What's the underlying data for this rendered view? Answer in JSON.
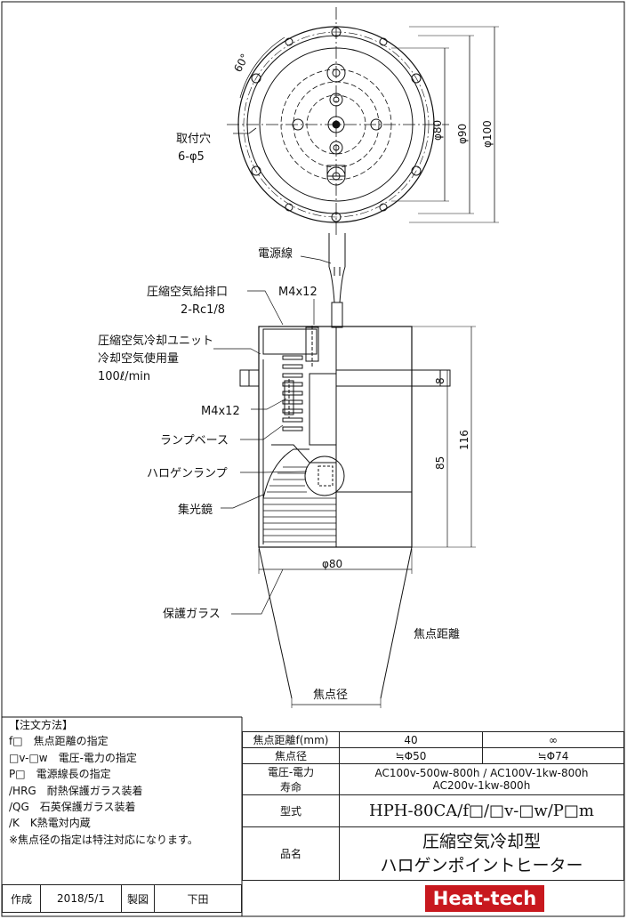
{
  "labels": {
    "mount_holes": "取付穴",
    "mount_holes_spec": "6-φ5",
    "angle": "60°",
    "power_cable": "電源線",
    "air_port": "圧縮空気給排口",
    "air_port_spec": "2-Rc1/8",
    "screw_top": "M4x12",
    "cooling_unit": "圧縮空気冷却ユニット",
    "air_usage": "冷却空気使用量",
    "air_usage_value": "100ℓ/min",
    "screw_side": "M4x12",
    "lamp_base": "ランプベース",
    "halogen_lamp": "ハロゲンランプ",
    "reflector": "集光鏡",
    "protective_glass": "保護ガラス",
    "focal_distance": "焦点距離",
    "focal_diameter": "焦点径"
  },
  "dims": {
    "d80": "φ80",
    "d90": "φ90",
    "d100": "φ100",
    "h8": "8",
    "h85": "85",
    "h116": "116",
    "bottom_d80": "φ80"
  },
  "notes": {
    "heading": "【注文方法】",
    "lines": [
      "f□　焦点距離の指定",
      "□v-□w　電圧-電力の指定",
      "P□　電源線長の指定",
      "/HRG　耐熱保護ガラス装着",
      "/QG　石英保護ガラス装着",
      "/K　K熱電対内蔵",
      "※焦点径の指定は特注対応になります。"
    ]
  },
  "spec_table": {
    "focal_distance_label": "焦点距離f(mm)",
    "focal_distance_values": [
      "40",
      "∞"
    ],
    "focal_diameter_label": "焦点径",
    "focal_diameter_values": [
      "≒Φ50",
      "≒Φ74"
    ],
    "voltage_label": "電圧-電力",
    "life_label": "寿命",
    "voltage_line1": "AC100v-500w-800h / AC100V-1kw-800h",
    "voltage_line2": "AC200v-1kw-800h",
    "model_label": "型式",
    "model_value": "HPH-80CA/f□/□v-□w/P□m",
    "name_label": "品名",
    "name_line1": "圧縮空気冷却型",
    "name_line2": "ハロゲンポイントヒーター"
  },
  "footer": {
    "created_label": "作成",
    "created_date": "2018/5/1",
    "drawn_label": "製図",
    "drawn_by": "下田",
    "logo": "Heat-tech"
  },
  "colors": {
    "logo_bg": "#c8181e",
    "line": "#111111"
  }
}
